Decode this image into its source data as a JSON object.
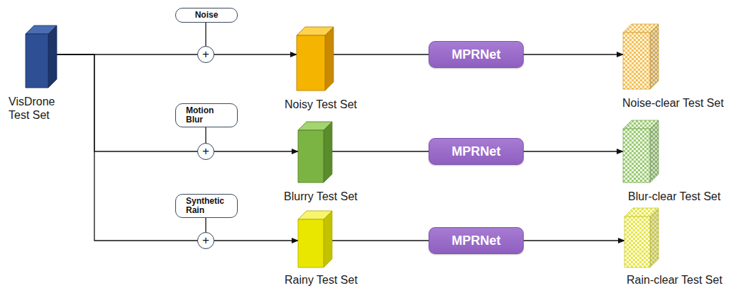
{
  "diagram": {
    "nodes": [
      {
        "text": [
          "VisDrone Test Set"
        ]
      },
      {
        "text": [
          "Noise"
        ]
      },
      {
        "text": [
          "+"
        ]
      },
      {
        "text": [
          "Noisy Test Set"
        ]
      },
      {
        "text": [
          "MPRNet"
        ]
      },
      {
        "text": [
          "Noise-clear Test Set"
        ]
      },
      {
        "text": [
          "Motion Blur"
        ]
      },
      {
        "text": [
          "+"
        ]
      },
      {
        "text": [
          "Blurry Test Set"
        ]
      },
      {
        "text": [
          "MPRNet"
        ]
      },
      {
        "text": [
          "Blur-clear Test Set"
        ]
      },
      {
        "text": [
          "Synthetic Rain"
        ]
      },
      {
        "text": [
          "+"
        ]
      },
      {
        "text": [
          "Rainy Test Set"
        ]
      },
      {
        "text": [
          "MPRNet"
        ]
      },
      {
        "text": [
          "Rain-clear Test Set"
        ]
      }
    ],
    "edges": [
      {
        "from": 0,
        "to": 2,
        "arrow": "none"
      },
      {
        "from": 1,
        "to": 2,
        "arrow": "none"
      },
      {
        "from": 2,
        "to": 3,
        "arrow": "to"
      },
      {
        "from": 3,
        "to": 4,
        "arrow": "none"
      },
      {
        "from": 4,
        "to": 5,
        "arrow": "to"
      },
      {
        "from": 0,
        "to": 7,
        "arrow": "none"
      },
      {
        "from": 6,
        "to": 7,
        "arrow": "none"
      },
      {
        "from": 7,
        "to": 8,
        "arrow": "to"
      },
      {
        "from": 8,
        "to": 9,
        "arrow": "none"
      },
      {
        "from": 9,
        "to": 10,
        "arrow": "to"
      },
      {
        "from": 0,
        "to": 12,
        "arrow": "none"
      },
      {
        "from": 11,
        "to": 12,
        "arrow": "none"
      },
      {
        "from": 12,
        "to": 13,
        "arrow": "to"
      },
      {
        "from": 13,
        "to": 14,
        "arrow": "none"
      },
      {
        "from": 14,
        "to": 15,
        "arrow": "to"
      }
    ]
  }
}
